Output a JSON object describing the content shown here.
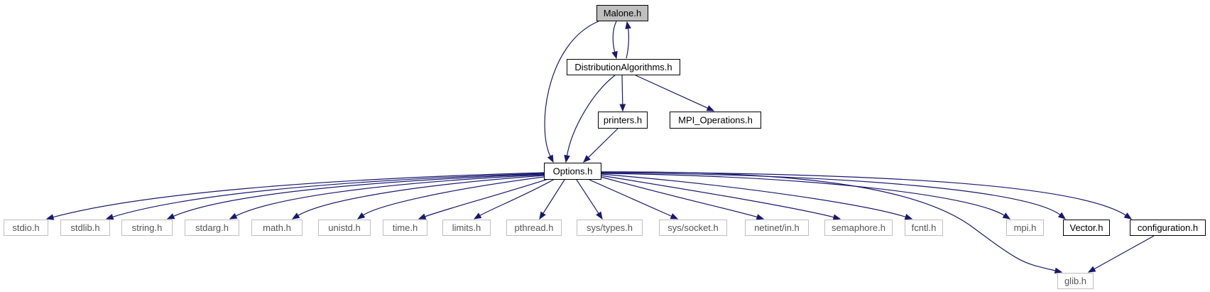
{
  "diagram": {
    "nodes": [
      {
        "id": "malone",
        "label": "Malone.h",
        "kind": "focus"
      },
      {
        "id": "dist",
        "label": "DistributionAlgorithms.h",
        "kind": "internal"
      },
      {
        "id": "printers",
        "label": "printers.h",
        "kind": "internal"
      },
      {
        "id": "mpiops",
        "label": "MPI_Operations.h",
        "kind": "internal"
      },
      {
        "id": "options",
        "label": "Options.h",
        "kind": "internal"
      },
      {
        "id": "stdio",
        "label": "stdio.h",
        "kind": "external"
      },
      {
        "id": "stdlib",
        "label": "stdlib.h",
        "kind": "external"
      },
      {
        "id": "string",
        "label": "string.h",
        "kind": "external"
      },
      {
        "id": "stdarg",
        "label": "stdarg.h",
        "kind": "external"
      },
      {
        "id": "math",
        "label": "math.h",
        "kind": "external"
      },
      {
        "id": "unistd",
        "label": "unistd.h",
        "kind": "external"
      },
      {
        "id": "time",
        "label": "time.h",
        "kind": "external"
      },
      {
        "id": "limits",
        "label": "limits.h",
        "kind": "external"
      },
      {
        "id": "pthread",
        "label": "pthread.h",
        "kind": "external"
      },
      {
        "id": "systypes",
        "label": "sys/types.h",
        "kind": "external"
      },
      {
        "id": "syssocket",
        "label": "sys/socket.h",
        "kind": "external"
      },
      {
        "id": "netinet",
        "label": "netinet/in.h",
        "kind": "external"
      },
      {
        "id": "semaphore",
        "label": "semaphore.h",
        "kind": "external"
      },
      {
        "id": "fcntl",
        "label": "fcntl.h",
        "kind": "external"
      },
      {
        "id": "mpi",
        "label": "mpi.h",
        "kind": "external"
      },
      {
        "id": "vector",
        "label": "Vector.h",
        "kind": "internal"
      },
      {
        "id": "configuration",
        "label": "configuration.h",
        "kind": "internal"
      },
      {
        "id": "glib",
        "label": "glib.h",
        "kind": "external"
      }
    ],
    "edges": [
      {
        "from": "malone",
        "to": "dist"
      },
      {
        "from": "dist",
        "to": "malone"
      },
      {
        "from": "malone",
        "to": "options"
      },
      {
        "from": "dist",
        "to": "options"
      },
      {
        "from": "dist",
        "to": "printers"
      },
      {
        "from": "dist",
        "to": "mpiops"
      },
      {
        "from": "printers",
        "to": "options"
      },
      {
        "from": "options",
        "to": "stdio"
      },
      {
        "from": "options",
        "to": "stdlib"
      },
      {
        "from": "options",
        "to": "string"
      },
      {
        "from": "options",
        "to": "stdarg"
      },
      {
        "from": "options",
        "to": "math"
      },
      {
        "from": "options",
        "to": "unistd"
      },
      {
        "from": "options",
        "to": "time"
      },
      {
        "from": "options",
        "to": "limits"
      },
      {
        "from": "options",
        "to": "pthread"
      },
      {
        "from": "options",
        "to": "systypes"
      },
      {
        "from": "options",
        "to": "syssocket"
      },
      {
        "from": "options",
        "to": "netinet"
      },
      {
        "from": "options",
        "to": "semaphore"
      },
      {
        "from": "options",
        "to": "fcntl"
      },
      {
        "from": "options",
        "to": "glib"
      },
      {
        "from": "options",
        "to": "mpi"
      },
      {
        "from": "options",
        "to": "vector"
      },
      {
        "from": "options",
        "to": "configuration"
      },
      {
        "from": "configuration",
        "to": "glib"
      }
    ],
    "colors": {
      "edge": "#191970",
      "focus_fill": "#bfbfbf",
      "internal_border": "#000000",
      "external_border": "#bfbfbf",
      "external_text": "#555555",
      "background": "#ffffff"
    }
  }
}
